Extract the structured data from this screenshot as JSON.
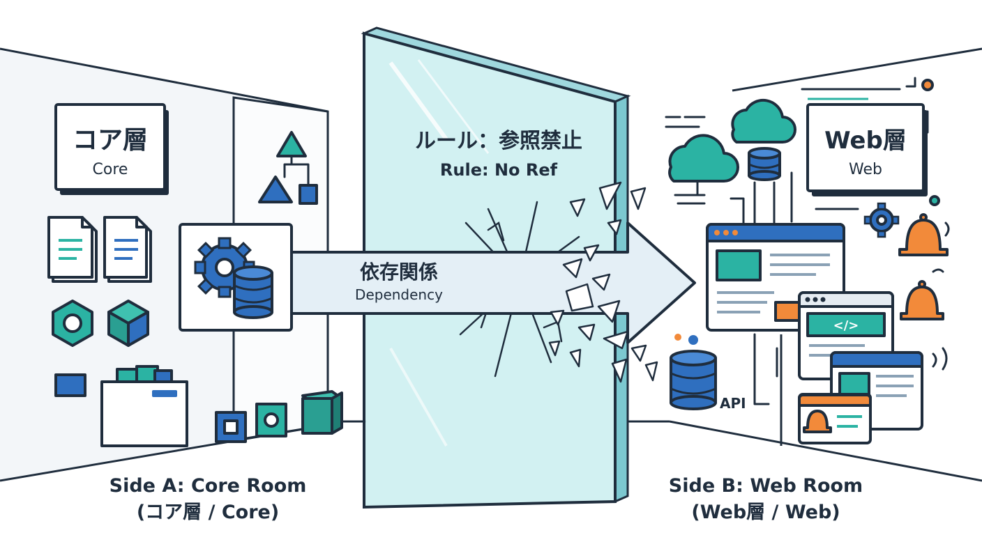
{
  "core_room": {
    "sign_title": "コア層",
    "sign_subtitle": "Core",
    "caption_line1": "Side A: Core Room",
    "caption_line2": "(コア層 / Core)"
  },
  "web_room": {
    "sign_title": "Web層",
    "sign_subtitle": "Web",
    "api_label": "API",
    "code_tag": "</>",
    "caption_line1": "Side B: Web Room",
    "caption_line2": "(Web層 / Web)"
  },
  "glass_wall": {
    "rule_ja": "ルール：参照禁止",
    "rule_en": "Rule: No Ref"
  },
  "dependency_arrow": {
    "label_ja": "依存関係",
    "label_en": "Dependency"
  },
  "colors": {
    "ink": "#1f2d3d",
    "teal": "#2bb3a3",
    "blue": "#2f6fbf",
    "orange": "#f28a3a",
    "glass": "#cdeff1",
    "arrow_fill": "#e4eff6"
  }
}
